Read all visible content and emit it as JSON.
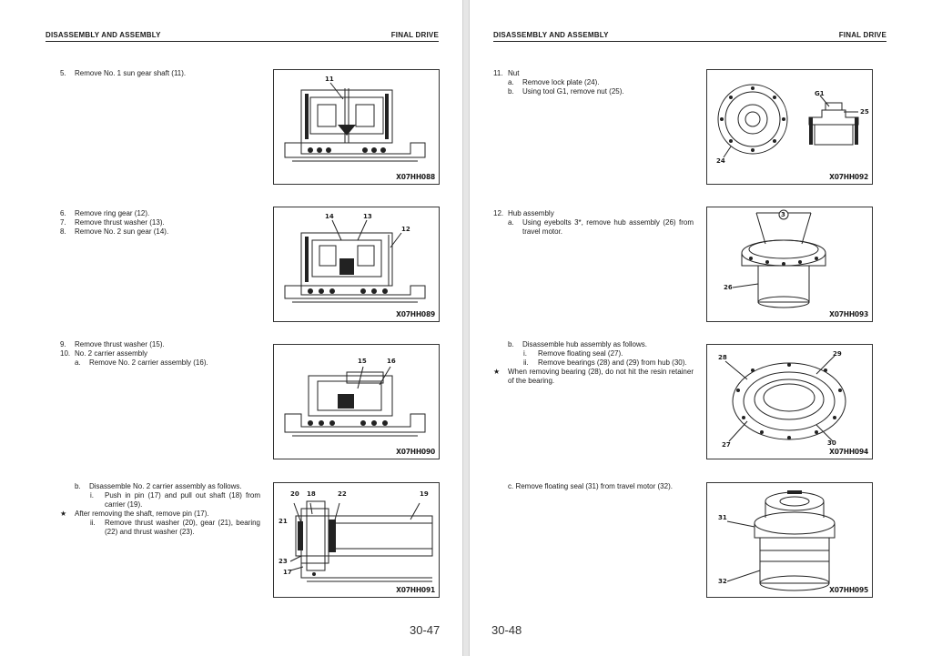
{
  "left": {
    "header_left": "DISASSEMBLY AND ASSEMBLY",
    "header_right": "FINAL DRIVE",
    "steps_1": [
      {
        "num": "5.",
        "text": "Remove No. 1 sun gear shaft (11)."
      }
    ],
    "steps_2": [
      {
        "num": "6.",
        "text": "Remove ring gear (12)."
      },
      {
        "num": "7.",
        "text": "Remove thrust washer (13)."
      },
      {
        "num": "8.",
        "text": "Remove No. 2 sun gear (14)."
      }
    ],
    "steps_3": [
      {
        "num": "9.",
        "text": "Remove thrust washer (15)."
      },
      {
        "num": "10.",
        "text": "No. 2 carrier assembly"
      },
      {
        "sub": "a.",
        "text": "Remove No. 2 carrier assembly (16)."
      }
    ],
    "steps_4": {
      "b_label": "b.",
      "b_text": "Disassemble No. 2 carrier assembly as follows.",
      "i_label": "i.",
      "i_text": "Push in pin (17) and pull out shaft (18) from carrier (19).",
      "star": "★",
      "star_text": "After removing the shaft, remove pin (17).",
      "ii_label": "ii.",
      "ii_text": "Remove thrust washer (20), gear (21), bearing (22) and thrust washer (23)."
    },
    "figures": [
      {
        "code": "X07HH088",
        "callouts": [
          "11"
        ]
      },
      {
        "code": "X07HH089",
        "callouts": [
          "14",
          "13",
          "12"
        ]
      },
      {
        "code": "X07HH090",
        "callouts": [
          "15",
          "16"
        ]
      },
      {
        "code": "X07HH091",
        "callouts": [
          "20",
          "18",
          "22",
          "19",
          "21",
          "23",
          "17"
        ]
      }
    ],
    "page_number": "30-47"
  },
  "right": {
    "header_left": "DISASSEMBLY AND ASSEMBLY",
    "header_right": "FINAL DRIVE",
    "step_11": {
      "num": "11.",
      "title": "Nut",
      "a_label": "a.",
      "a_text": "Remove lock plate (24).",
      "b_label": "b.",
      "b_text": "Using tool G1, remove nut (25)."
    },
    "step_12": {
      "num": "12.",
      "title": "Hub assembly",
      "a_label": "a.",
      "a_text": "Using eyebolts 3*, remove hub assembly (26) from travel motor."
    },
    "step_12b": {
      "b_label": "b.",
      "b_text": "Disassemble hub assembly as follows.",
      "i_label": "i.",
      "i_text": "Remove floating seal (27).",
      "ii_label": "ii.",
      "ii_text": "Remove bearings (28) and (29) from hub (30).",
      "star": "★",
      "star_text": "When removing bearing (28), do not hit the resin retainer of the bearing."
    },
    "step_12c": {
      "text": "c. Remove floating seal (31) from travel motor (32)."
    },
    "figures": [
      {
        "code": "X07HH092",
        "callouts": [
          "G1",
          "25",
          "24"
        ]
      },
      {
        "code": "X07HH093",
        "callouts": [
          "3",
          "26"
        ]
      },
      {
        "code": "X07HH094",
        "callouts": [
          "28",
          "29",
          "27",
          "30"
        ]
      },
      {
        "code": "X07HH095",
        "callouts": [
          "31",
          "32"
        ]
      }
    ],
    "page_number": "30-48"
  }
}
